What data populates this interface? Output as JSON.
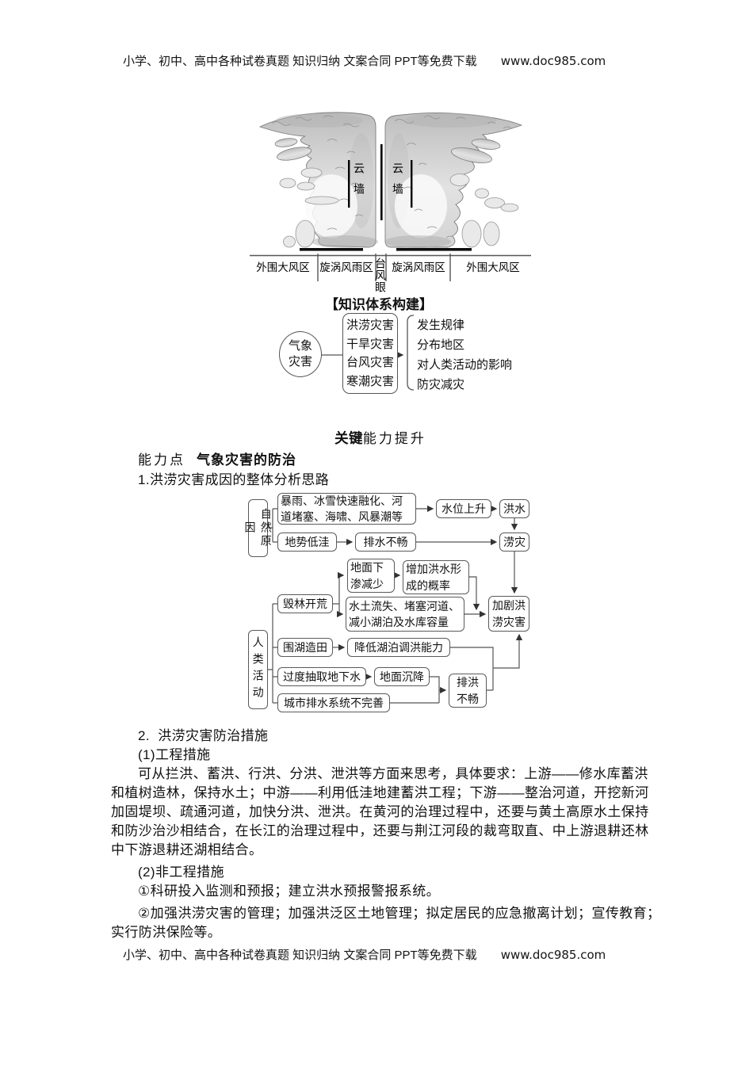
{
  "header": {
    "text": "小学、初中、高中各种试卷真题 知识归纳 文案合同 PPT等免费下载",
    "url": "www.doc985.com"
  },
  "footer": {
    "text": "小学、初中、高中各种试卷真题 知识归纳 文案合同 PPT等免费下载",
    "url": "www.doc985.com"
  },
  "typhoon_figure": {
    "cloud_wall_label": "云墙",
    "zones": [
      "外围大风区",
      "旋涡风雨区",
      "台风眼",
      "旋涡风雨区",
      "外围大风区"
    ]
  },
  "knowledge_map": {
    "title": "【知识体系构建】",
    "root": "气象灾害",
    "disasters": [
      "洪涝灾害",
      "干旱灾害",
      "台风灾害",
      "寒潮灾害"
    ],
    "aspects": [
      "发生规律",
      "分布地区",
      "对人类活动的影响",
      "防灾减灾"
    ]
  },
  "section": {
    "heading_strong": "关键",
    "heading_rest": "能力提升",
    "point_label": "能力点",
    "point_title": "气象灾害的防治",
    "item1": "1.洪涝灾害成因的整体分析思路"
  },
  "flowchart": {
    "natural_cause": "自然原因",
    "human_activity": "人类活动",
    "boxes": {
      "rain": "暴雨、冰雪快速融化、河道堵塞、海啸、风暴潮等",
      "water_rise": "水位上升",
      "flood": "洪水",
      "low_terrain": "地势低洼",
      "poor_drainage": "排水不畅",
      "waterlogging": "涝灾",
      "less_infiltration": "地面下渗减少",
      "flood_probability": "增加洪水形成的概率",
      "deforestation": "毁林开荒",
      "erosion": "水土流失、堵塞河道、减小湖泊及水库容量",
      "aggravate": "加剧洪涝灾害",
      "lake_reclamation": "围湖造田",
      "lake_capacity": "降低湖泊调洪能力",
      "groundwater": "过度抽取地下水",
      "subsidence": "地面沉降",
      "drain_block": "排洪不畅",
      "city_drainage": "城市排水系统不完善"
    }
  },
  "body": {
    "item2": "2.  洪涝灾害防治措施",
    "measure1_title": "(1)工程措施",
    "para1_lines": [
      "可从拦洪、蓄洪、行洪、分洪、泄洪等方面来思考，具体要求：上游——修水库蓄洪",
      "和植树造林，保持水土；中游——利用低洼地建蓄洪工程；下游——整治河道，开挖新河",
      "加固堤坝、疏通河道，加快分洪、泄洪。在黄河的治理过程中，还要与黄土高原水土保持",
      "和防沙治沙相结合，在长江的治理过程中，还要与荆江河段的裁弯取直、中上游退耕还林",
      "中下游退耕还湖相结合。"
    ],
    "measure2_title": "(2)非工程措施",
    "nonengineering_1": "①科研投入监测和预报；建立洪水预报警报系统。",
    "nonengineering_2_lines": [
      "②加强洪涝灾害的管理；加强洪泛区土地管理；拟定居民的应急撤离计划；宣传教育；",
      "实行防洪保险等。"
    ]
  }
}
